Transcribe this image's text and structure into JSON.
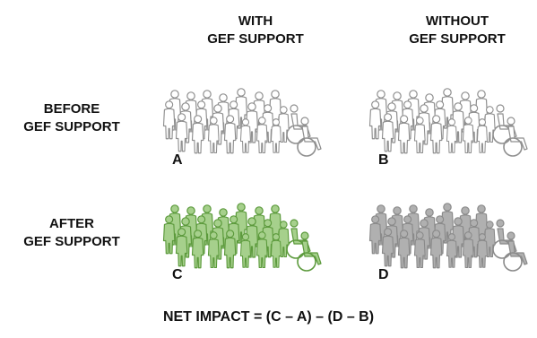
{
  "columns": {
    "with": {
      "line1": "WITH",
      "line2": "GEF SUPPORT"
    },
    "without": {
      "line1": "WITHOUT",
      "line2": "GEF SUPPORT"
    }
  },
  "rows": {
    "before": {
      "line1": "BEFORE",
      "line2": "GEF SUPPORT"
    },
    "after": {
      "line1": "AFTER",
      "line2": "GEF SUPPORT"
    }
  },
  "quadrants": {
    "A": {
      "label": "A",
      "style": "outline-gray"
    },
    "B": {
      "label": "B",
      "style": "outline-gray"
    },
    "C": {
      "label": "C",
      "style": "filled-green"
    },
    "D": {
      "label": "D",
      "style": "filled-gray"
    }
  },
  "formula": "NET IMPACT  = (C – A) – (D – B)",
  "colors": {
    "outline_stroke": "#8f8f8f",
    "outline_fill": "#ffffff",
    "green_fill": "#a6d08c",
    "green_stroke": "#5c9a3c",
    "gray_fill": "#b0b0b0",
    "gray_stroke": "#8a8a8a"
  },
  "icons": [
    "person-group-icon",
    "wheelchair-user-icon"
  ]
}
